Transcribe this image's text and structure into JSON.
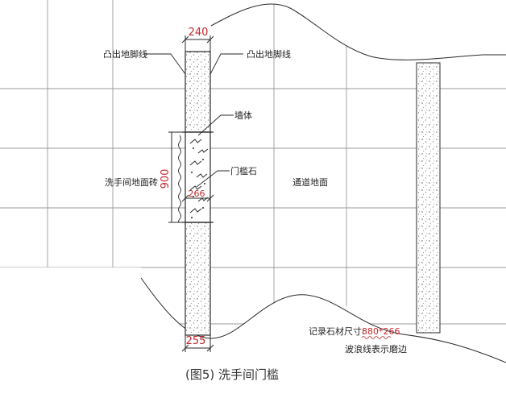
{
  "caption": "(图5) 洗手间门槛",
  "labels": {
    "skirting_left": "凸出地脚线",
    "skirting_right": "凸出地脚线",
    "wall": "墙体",
    "threshold_stone": "门槛石",
    "washroom_tile": "洗手间地面砖",
    "corridor_floor": "通道地面",
    "note_prefix": "记录石材尺寸:",
    "note_size": "880*266",
    "note_line2": "波浪线表示磨边"
  },
  "dimensions": {
    "top_width": "240",
    "bottom_width": "255",
    "threshold_height": "900",
    "threshold_width": "266"
  },
  "colors": {
    "line": "#2a2a2a",
    "grid": "#9a9a9a",
    "dimension_red": "#c0282d",
    "caption": "#333333"
  }
}
